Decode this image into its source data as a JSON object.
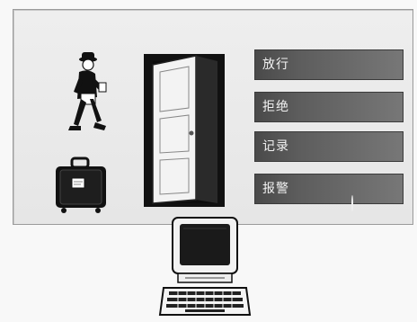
{
  "buttons": {
    "release": "放行",
    "reject": "拒绝",
    "record": "记录",
    "alarm": "报警"
  },
  "icons": {
    "person": "walking-person-icon",
    "luggage": "suitcase-icon",
    "door": "open-door-icon",
    "computer": "computer-terminal-icon"
  },
  "colors": {
    "button_dark": "#4a4a4a",
    "button_light": "#777777",
    "panel": "#eeeeee"
  }
}
